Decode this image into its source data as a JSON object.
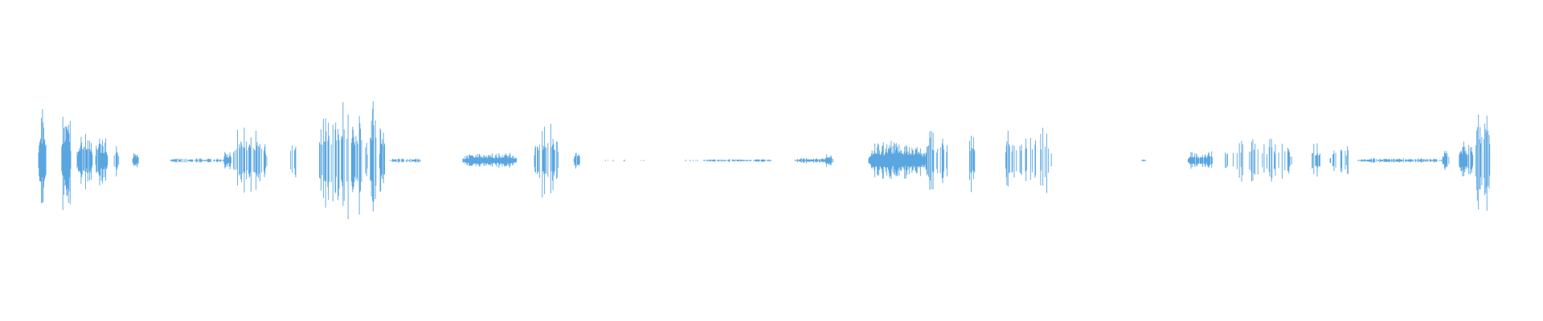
{
  "waveform": {
    "color": "#5aa6e0",
    "centerline_visible": false,
    "bursts": [
      {
        "start": 0.025,
        "end": 0.03,
        "amp": 0.72,
        "density": 0.9
      },
      {
        "start": 0.04,
        "end": 0.046,
        "amp": 0.68,
        "density": 0.9
      },
      {
        "start": 0.05,
        "end": 0.06,
        "amp": 0.4,
        "density": 0.9
      },
      {
        "start": 0.062,
        "end": 0.07,
        "amp": 0.32,
        "density": 0.8
      },
      {
        "start": 0.074,
        "end": 0.077,
        "amp": 0.26,
        "density": 0.7
      },
      {
        "start": 0.086,
        "end": 0.09,
        "amp": 0.1,
        "density": 1.0
      },
      {
        "start": 0.11,
        "end": 0.145,
        "amp": 0.03,
        "density": 0.6
      },
      {
        "start": 0.145,
        "end": 0.15,
        "amp": 0.12,
        "density": 1.0
      },
      {
        "start": 0.151,
        "end": 0.173,
        "amp": 0.45,
        "density": 0.5
      },
      {
        "start": 0.188,
        "end": 0.192,
        "amp": 0.36,
        "density": 0.6
      },
      {
        "start": 0.207,
        "end": 0.238,
        "amp": 0.75,
        "density": 0.5
      },
      {
        "start": 0.24,
        "end": 0.244,
        "amp": 0.9,
        "density": 0.9
      },
      {
        "start": 0.246,
        "end": 0.25,
        "amp": 0.55,
        "density": 0.8
      },
      {
        "start": 0.253,
        "end": 0.273,
        "amp": 0.03,
        "density": 0.7
      },
      {
        "start": 0.3,
        "end": 0.335,
        "amp": 0.1,
        "density": 1.0
      },
      {
        "start": 0.346,
        "end": 0.362,
        "amp": 0.5,
        "density": 0.6
      },
      {
        "start": 0.372,
        "end": 0.376,
        "amp": 0.15,
        "density": 0.8
      },
      {
        "start": 0.39,
        "end": 0.42,
        "amp": 0.01,
        "density": 0.08
      },
      {
        "start": 0.443,
        "end": 0.455,
        "amp": 0.01,
        "density": 0.15
      },
      {
        "start": 0.456,
        "end": 0.5,
        "amp": 0.02,
        "density": 0.7
      },
      {
        "start": 0.515,
        "end": 0.535,
        "amp": 0.04,
        "density": 0.9
      },
      {
        "start": 0.535,
        "end": 0.54,
        "amp": 0.1,
        "density": 0.9
      },
      {
        "start": 0.563,
        "end": 0.6,
        "amp": 0.25,
        "density": 1.0
      },
      {
        "start": 0.6,
        "end": 0.615,
        "amp": 0.4,
        "density": 0.5
      },
      {
        "start": 0.628,
        "end": 0.633,
        "amp": 0.45,
        "density": 0.6
      },
      {
        "start": 0.65,
        "end": 0.683,
        "amp": 0.45,
        "density": 0.3
      },
      {
        "start": 0.74,
        "end": 0.742,
        "amp": 0.02,
        "density": 1.0
      },
      {
        "start": 0.77,
        "end": 0.782,
        "amp": 0.12,
        "density": 0.9
      },
      {
        "start": 0.782,
        "end": 0.786,
        "amp": 0.15,
        "density": 0.8
      },
      {
        "start": 0.793,
        "end": 0.838,
        "amp": 0.3,
        "density": 0.3
      },
      {
        "start": 0.85,
        "end": 0.856,
        "amp": 0.22,
        "density": 0.5
      },
      {
        "start": 0.862,
        "end": 0.876,
        "amp": 0.2,
        "density": 0.4
      },
      {
        "start": 0.88,
        "end": 0.935,
        "amp": 0.03,
        "density": 0.7
      },
      {
        "start": 0.935,
        "end": 0.94,
        "amp": 0.15,
        "density": 0.8
      },
      {
        "start": 0.945,
        "end": 0.955,
        "amp": 0.25,
        "density": 0.6
      },
      {
        "start": 0.956,
        "end": 0.966,
        "amp": 0.8,
        "density": 0.6
      }
    ]
  }
}
